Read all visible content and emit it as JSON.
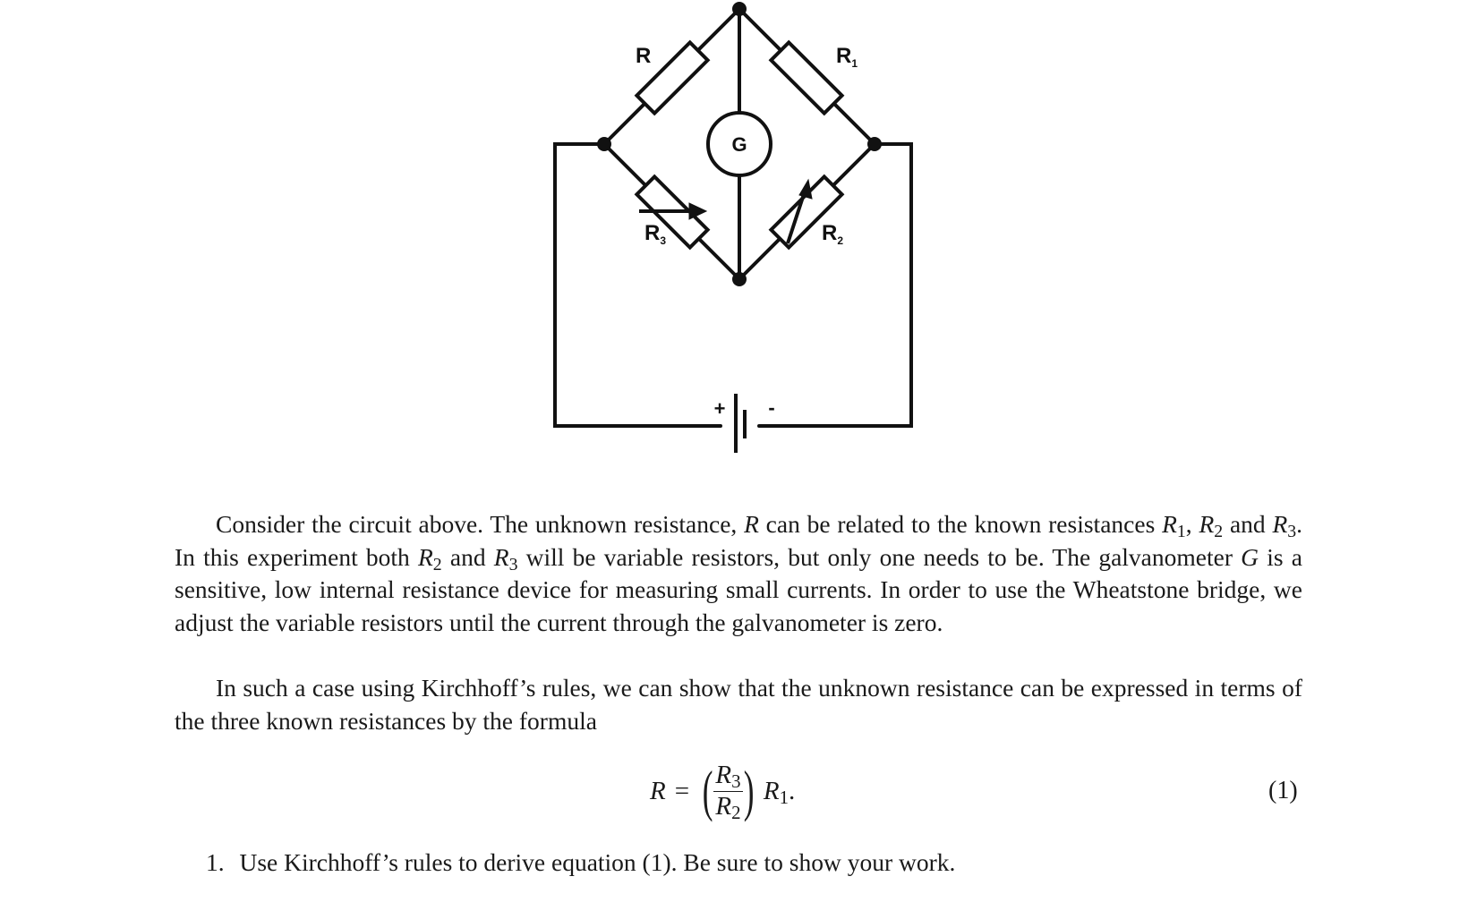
{
  "circuit": {
    "labels": {
      "R": "R",
      "R1": "R",
      "R1_sub": "1",
      "R2": "R",
      "R2_sub": "2",
      "R3": "R",
      "R3_sub": "3",
      "G": "G",
      "plus": "+",
      "minus": "-"
    }
  },
  "paragraph1": {
    "s1": "Consider the circuit above. The unknown resistance, ",
    "R": "R",
    "s2": " can be related to the known resistances",
    "R1": "R",
    "R1_sub": "1",
    "sep1": ", ",
    "R2": "R",
    "R2_sub": "2",
    "and1": " and ",
    "R3": "R",
    "R3_sub": "3",
    "s3": ". In this experiment both ",
    "R2b": "R",
    "R2b_sub": "2",
    "and2": " and ",
    "R3b": "R",
    "R3b_sub": "3",
    "s4": " will be variable resistors, but only one needs to be. The galvanometer ",
    "G": "G",
    "s5": " is a sensitive, low internal resistance device for measuring small currents. In order to use the Wheatstone bridge, we adjust the variable resistors until the current through the galvanometer is zero."
  },
  "paragraph2": {
    "text": "In such a case using Kirchhoff’s rules, we can show that the unknown resistance can be expressed in terms of the three known resistances by the formula"
  },
  "equation": {
    "lhs": "R",
    "equals": "=",
    "num": "R",
    "num_sub": "3",
    "den": "R",
    "den_sub": "2",
    "rhs": "R",
    "rhs_sub": "1",
    "end": ".",
    "number": "(1)"
  },
  "list": {
    "item1_number": "1.",
    "item1_text": "Use Kirchhoff’s rules to derive equation (1). Be sure to show your work."
  }
}
